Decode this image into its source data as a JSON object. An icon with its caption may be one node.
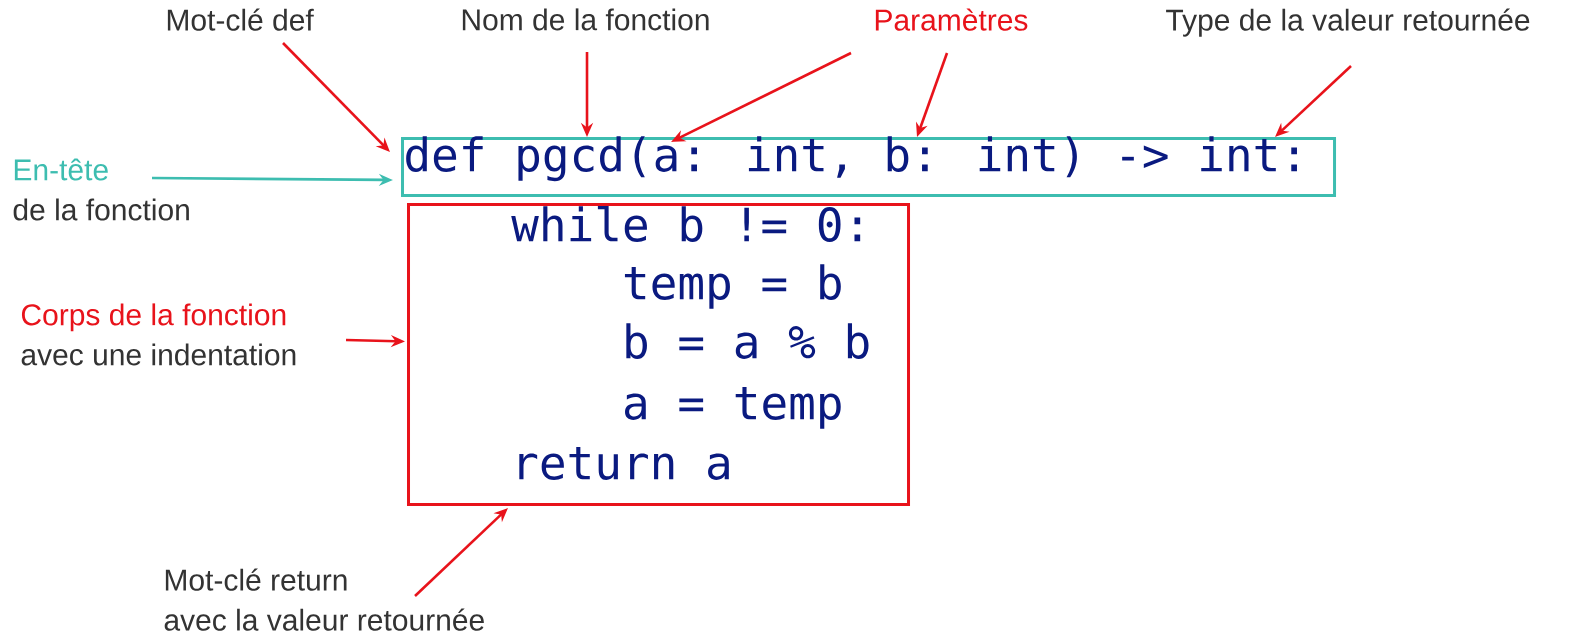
{
  "diagram": {
    "nodes": [
      {
        "text": [
          "Mot-clé def"
        ]
      },
      {
        "text": [
          "Nom de la fonction"
        ]
      },
      {
        "text": [
          "Paramètres"
        ]
      },
      {
        "text": [
          "Type de la valeur retournée"
        ]
      },
      {
        "text": [
          "def pgcd(a: int, b: int) -> int:"
        ]
      },
      {
        "text": [
          "while b != 0:",
          "temp = b",
          "b = a % b",
          "a = temp",
          "return a"
        ]
      },
      {
        "text": [
          "En-tête",
          "de la fonction"
        ]
      },
      {
        "text": [
          "Corps de la fonction",
          "avec une indentation"
        ]
      },
      {
        "text": [
          "Mot-clé return",
          "avec la valeur retournée"
        ]
      }
    ],
    "edges": [
      {
        "from": 0,
        "to": 4,
        "arrow": "to"
      },
      {
        "from": 1,
        "to": 4,
        "arrow": "to"
      },
      {
        "from": 2,
        "to": 4,
        "arrow": "to"
      },
      {
        "from": 2,
        "to": 4,
        "arrow": "to"
      },
      {
        "from": 3,
        "to": 4,
        "arrow": "to"
      },
      {
        "from": 6,
        "to": 4,
        "arrow": "to",
        "color": "#3dbdb0"
      },
      {
        "from": 7,
        "to": 5,
        "arrow": "to"
      },
      {
        "from": 8,
        "to": 5,
        "arrow": "to"
      }
    ]
  }
}
